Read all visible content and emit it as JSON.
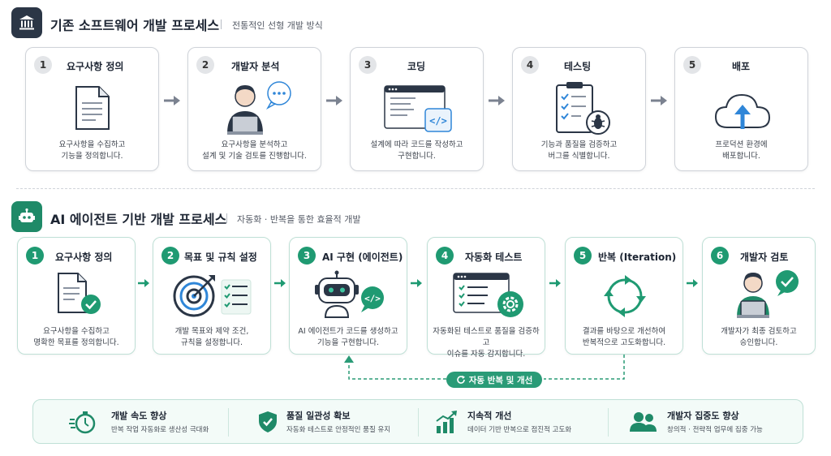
{
  "legacy": {
    "title": "기존 소프트웨어 개발 프로세스",
    "subtitle": "전통적인 선형 개발 방식",
    "steps": [
      {
        "num": "1",
        "title": "요구사항 정의",
        "desc_line1": "요구사항을 수집하고",
        "desc_line2": "기능을 정의합니다."
      },
      {
        "num": "2",
        "title": "개발자 분석",
        "desc_line1": "요구사항을 분석하고",
        "desc_line2": "설계 및 기술 검토를 진행합니다."
      },
      {
        "num": "3",
        "title": "코딩",
        "desc_line1": "설계에 따라 코드를 작성하고",
        "desc_line2": "구현합니다."
      },
      {
        "num": "4",
        "title": "테스팅",
        "desc_line1": "기능과 품질을 검증하고",
        "desc_line2": "버그를 식별합니다."
      },
      {
        "num": "5",
        "title": "배포",
        "desc_line1": "프로덕션 환경에",
        "desc_line2": "배포합니다."
      }
    ]
  },
  "ai": {
    "title": "AI 에이전트 기반 개발 프로세스",
    "subtitle": "자동화 · 반복을 통한 효율적 개발",
    "steps": [
      {
        "num": "1",
        "title": "요구사항 정의",
        "desc_line1": "요구사항을 수집하고",
        "desc_line2": "명확한 목표를 정의합니다."
      },
      {
        "num": "2",
        "title": "목표 및 규칙 설정",
        "desc_line1": "개발 목표와 제약 조건,",
        "desc_line2": "규칙을 설정합니다."
      },
      {
        "num": "3",
        "title": "AI 구현 (에이전트)",
        "desc_line1": "AI 에이전트가 코드를 생성하고",
        "desc_line2": "기능을 구현합니다."
      },
      {
        "num": "4",
        "title": "자동화 테스트",
        "desc_line1": "자동화된 테스트로 품질을 검증하고",
        "desc_line2": "이슈를 자동 감지합니다."
      },
      {
        "num": "5",
        "title": "반복 (Iteration)",
        "desc_line1": "결과를 바탕으로 개선하여",
        "desc_line2": "반복적으로 고도화합니다."
      },
      {
        "num": "6",
        "title": "개발자 검토",
        "desc_line1": "개발자가 최종 검토하고",
        "desc_line2": "승인합니다."
      }
    ],
    "loop_label": "자동 반복 및 개선"
  },
  "benefits": [
    {
      "title": "개발 속도 향상",
      "desc": "반복 작업 자동화로 생산성 극대화",
      "icon": "stopwatch-icon"
    },
    {
      "title": "품질 일관성 확보",
      "desc": "자동화 테스트로 안정적인 품질 유지",
      "icon": "shield-check-icon"
    },
    {
      "title": "지속적 개선",
      "desc": "데이터 기반 반복으로 점진적 고도화",
      "icon": "growth-chart-icon"
    },
    {
      "title": "개발자 집중도 향상",
      "desc": "창의적 · 전략적 업무에 집중 가능",
      "icon": "users-icon"
    }
  ],
  "colors": {
    "accent": "#1f9a72",
    "dark": "#2b3646",
    "legacy_border": "#cfd3d9",
    "ai_border": "#bfe0d6"
  }
}
